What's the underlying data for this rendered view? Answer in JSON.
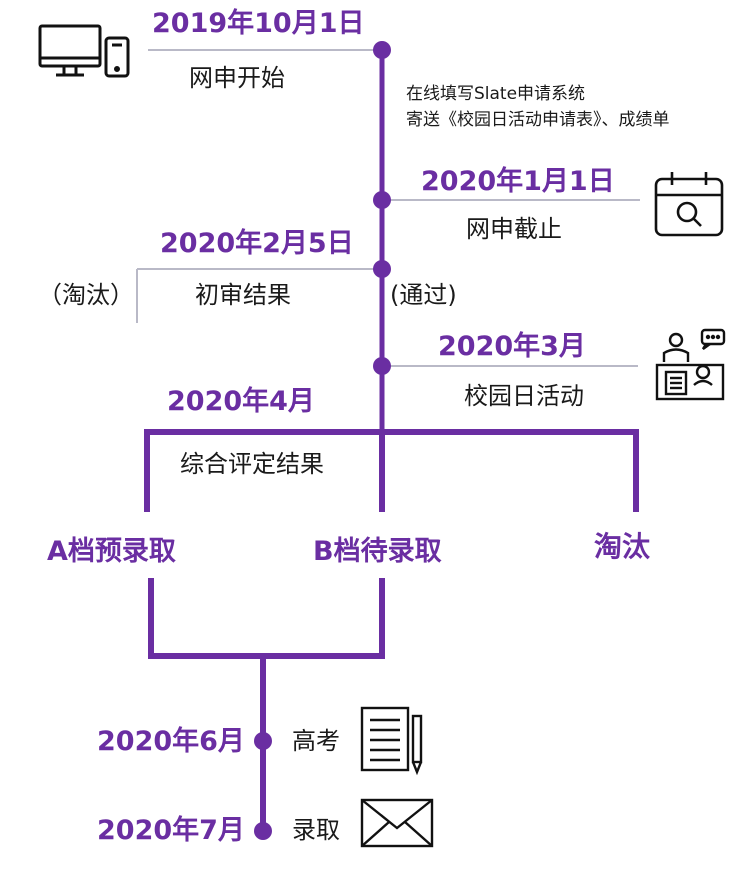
{
  "colors": {
    "accent": "#6a2ea2",
    "thin_line": "#b9b9c7",
    "text": "#1a1a1a"
  },
  "timeline": {
    "start": {
      "date": "2019年10月1日",
      "label": "网申开始",
      "icon": "computer-and-phone-icon"
    },
    "apply_note": {
      "line1": "在线填写Slate申请系统",
      "line2": "寄送《校园日活动申请表》、成绩单"
    },
    "deadline": {
      "date": "2020年1月1日",
      "label": "网申截止",
      "icon": "calendar-search-icon"
    },
    "first_review": {
      "date": "2020年2月5日",
      "label": "初审结果",
      "fail": "（淘汰）",
      "pass": "(通过)"
    },
    "campus_day": {
      "date": "2020年3月",
      "label": "校园日活动",
      "icon": "interview-icon"
    },
    "evaluation": {
      "date": "2020年4月",
      "label": "综合评定结果"
    },
    "outcomes": {
      "a": "A档预录取",
      "b": "B档待录取",
      "c": "淘汰"
    },
    "exam": {
      "date": "2020年6月",
      "label": "高考",
      "icon": "exam-paper-pen-icon"
    },
    "admission": {
      "date": "2020年7月",
      "label": "录取",
      "icon": "envelope-icon"
    }
  }
}
